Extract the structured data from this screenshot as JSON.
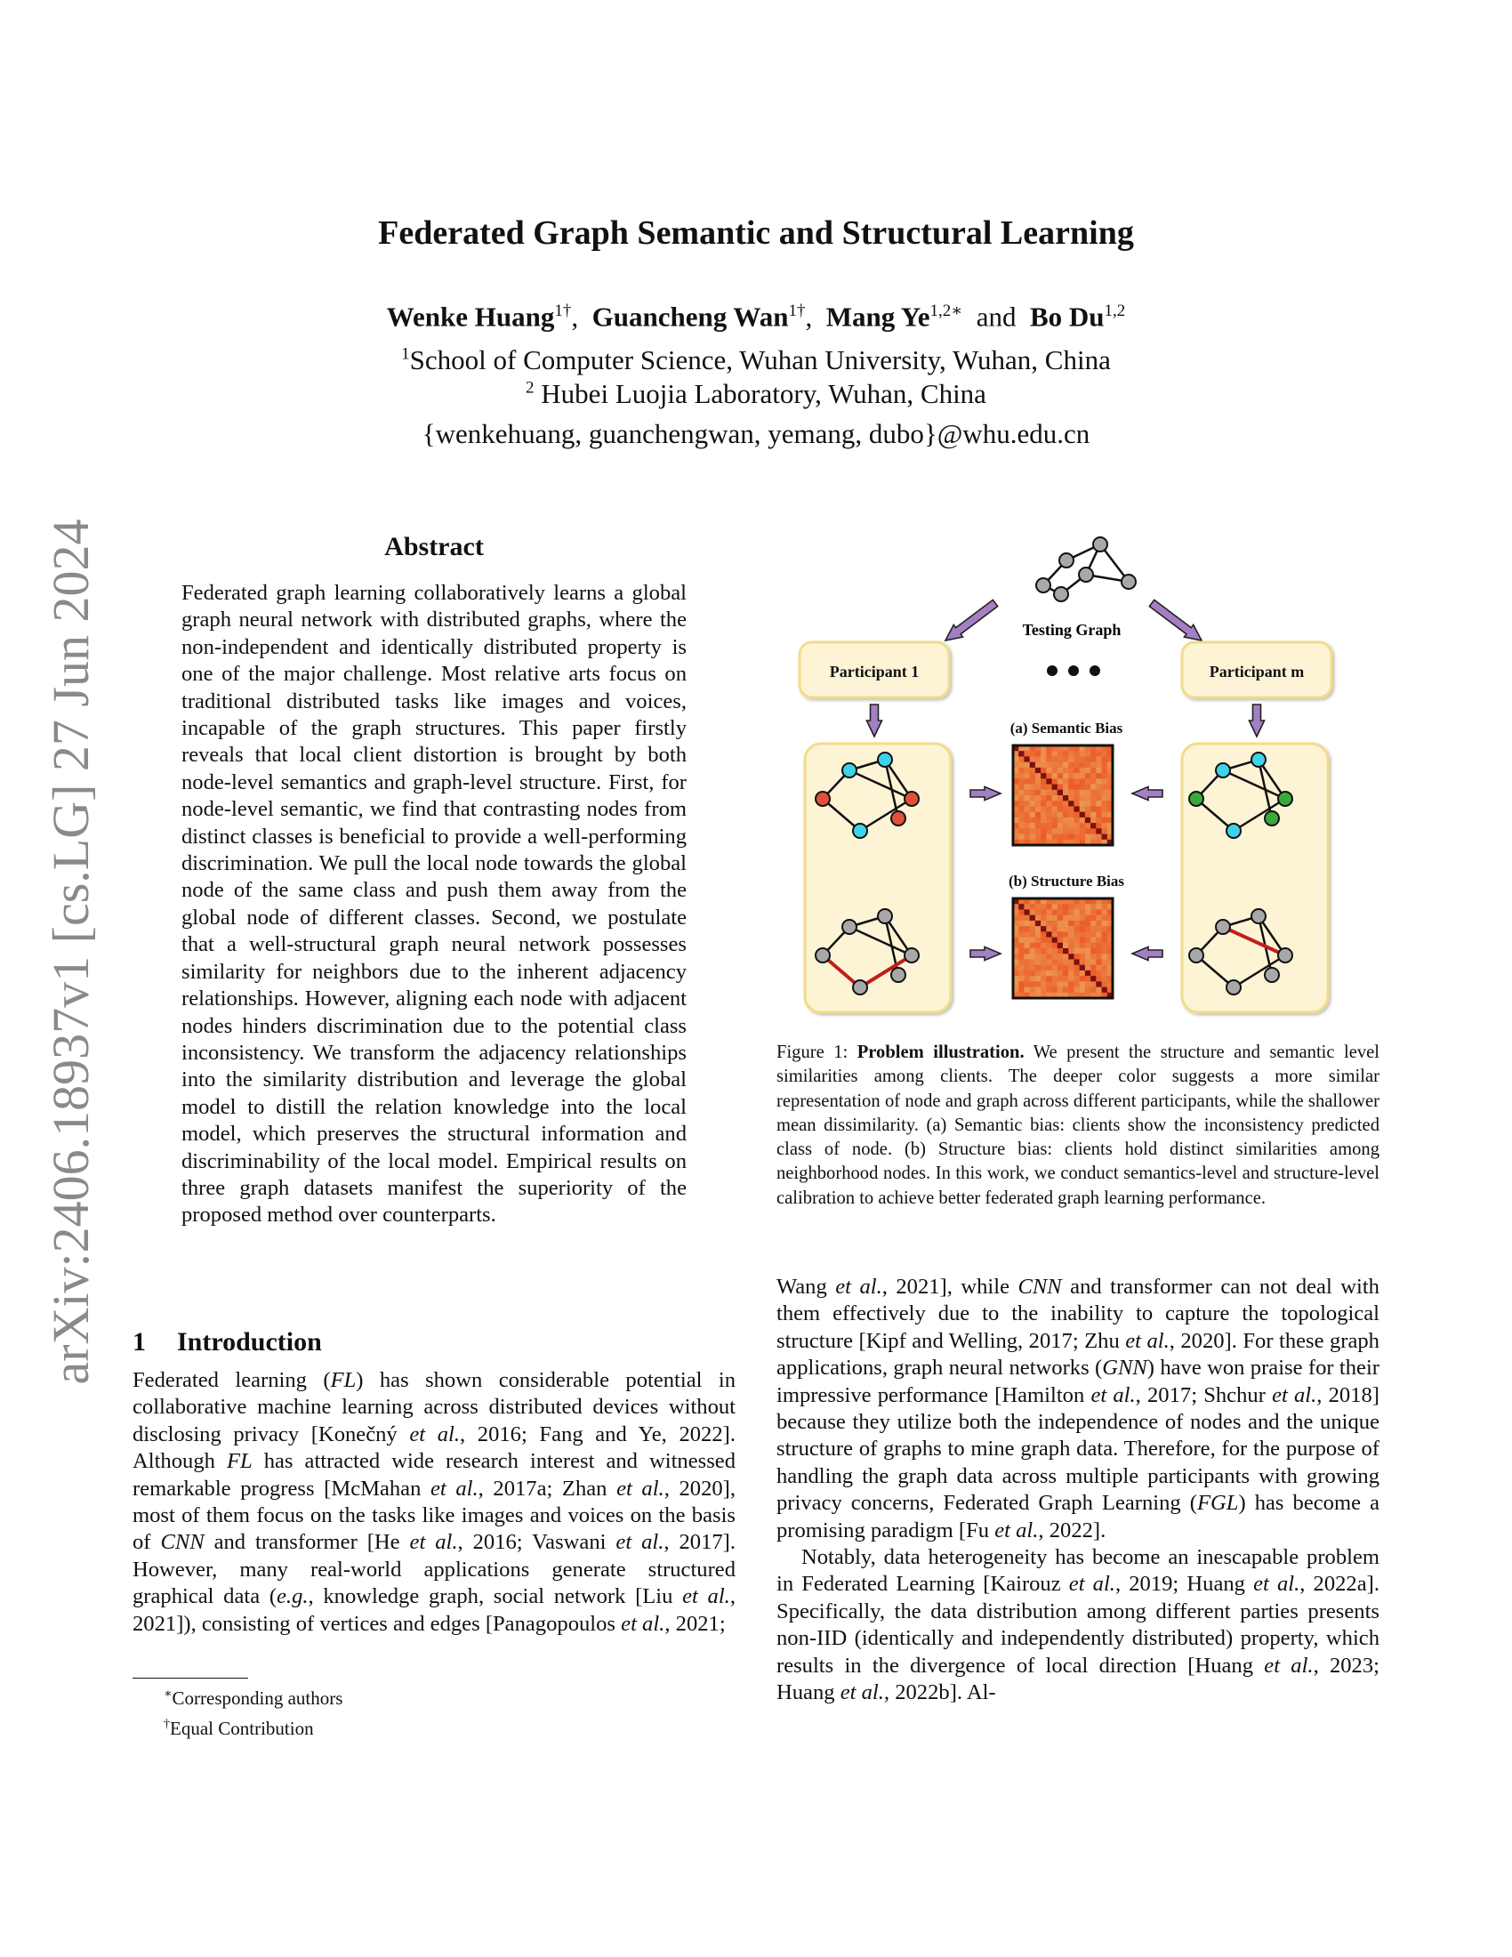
{
  "arxiv_id": "arXiv:2406.18937v1  [cs.LG]  27 Jun 2024",
  "title": "Federated Graph Semantic and Structural Learning",
  "authors": [
    {
      "name": "Wenke Huang",
      "sup": "1†"
    },
    {
      "name": "Guancheng Wan",
      "sup": "1†"
    },
    {
      "name": "Mang Ye",
      "sup": "1,2∗"
    },
    {
      "name": "Bo Du",
      "sup": "1,2"
    }
  ],
  "author_sep": ",",
  "author_and": "and",
  "affiliations": [
    {
      "sup": "1",
      "text": "School of Computer Science, Wuhan University, Wuhan, China"
    },
    {
      "sup": "2",
      "text": " Hubei Luojia Laboratory, Wuhan, China"
    }
  ],
  "email": "{wenkehuang, guanchengwan, yemang, dubo}@whu.edu.cn",
  "abstract_title": "Abstract",
  "abstract": "Federated graph learning collaboratively learns a global graph neural network with distributed graphs, where the non-independent and identically distributed property is one of the major challenge. Most relative arts focus on traditional distributed tasks like images and voices, incapable of the graph structures. This paper firstly reveals that local client distortion is brought by both node-level semantics and graph-level structure. First, for node-level semantic, we find that contrasting nodes from distinct classes is beneficial to provide a well-performing discrimination. We pull the local node towards the global node of the same class and push them away from the global node of different classes. Second, we postulate that a well-structural graph neural network possesses similarity for neighbors due to the inherent adjacency relationships. However, aligning each node with adjacent nodes hinders discrimination due to the potential class inconsistency. We transform the adjacency relationships into the similarity distribution and leverage the global model to distill the relation knowledge into the local model, which preserves the structural information and discriminability of the local model. Empirical results on three graph datasets manifest the superiority of the proposed method over counterparts.",
  "section": {
    "number": "1",
    "title": "Introduction"
  },
  "intro_segments": [
    {
      "t": "Federated learning ("
    },
    {
      "t": "FL",
      "i": true
    },
    {
      "t": ") has shown considerable potential in collaborative machine learning across distributed devices without disclosing privacy [Konečný "
    },
    {
      "t": "et al.",
      "i": true
    },
    {
      "t": ", 2016; Fang and Ye, 2022]. Although "
    },
    {
      "t": "FL",
      "i": true
    },
    {
      "t": " has attracted wide research interest and witnessed remarkable progress [McMahan "
    },
    {
      "t": "et al.",
      "i": true
    },
    {
      "t": ", 2017a; Zhan "
    },
    {
      "t": "et al.",
      "i": true
    },
    {
      "t": ", 2020], most of them focus on the tasks like images and voices on the basis of "
    },
    {
      "t": "CNN",
      "i": true
    },
    {
      "t": " and transformer [He "
    },
    {
      "t": "et al.",
      "i": true
    },
    {
      "t": ", 2016; Vaswani "
    },
    {
      "t": "et al.",
      "i": true
    },
    {
      "t": ", 2017]. However, many real-world applications generate structured graphical data ("
    },
    {
      "t": "e.g.",
      "i": true
    },
    {
      "t": ", knowledge graph, social network [Liu "
    },
    {
      "t": "et al.",
      "i": true
    },
    {
      "t": ", 2021]), consisting of vertices and edges [Panagopoulos "
    },
    {
      "t": "et al.",
      "i": true
    },
    {
      "t": ", 2021;"
    }
  ],
  "right_p1_segments": [
    {
      "t": "Wang "
    },
    {
      "t": "et al.",
      "i": true
    },
    {
      "t": ", 2021], while "
    },
    {
      "t": "CNN",
      "i": true
    },
    {
      "t": " and transformer can not deal with them effectively due to the inability to capture the topological structure [Kipf and Welling, 2017; Zhu "
    },
    {
      "t": "et al.",
      "i": true
    },
    {
      "t": ", 2020]. For these graph applications, graph neural networks ("
    },
    {
      "t": "GNN",
      "i": true
    },
    {
      "t": ") have won praise for their impressive performance [Hamilton "
    },
    {
      "t": "et al.",
      "i": true
    },
    {
      "t": ", 2017; Shchur "
    },
    {
      "t": "et al.",
      "i": true
    },
    {
      "t": ", 2018] because they utilize both the independence of nodes and the unique structure of graphs to mine graph data. Therefore, for the purpose of handling the graph data across multiple participants with growing privacy concerns, Federated Graph Learning ("
    },
    {
      "t": "FGL",
      "i": true
    },
    {
      "t": ") has become a promising paradigm [Fu "
    },
    {
      "t": "et al.",
      "i": true
    },
    {
      "t": ", 2022]."
    }
  ],
  "right_p2_segments": [
    {
      "t": "Notably, data heterogeneity has become an inescapable problem in Federated Learning [Kairouz "
    },
    {
      "t": "et al.",
      "i": true
    },
    {
      "t": ", 2019; Huang "
    },
    {
      "t": "et al.",
      "i": true
    },
    {
      "t": ", 2022a]. Specifically, the data distribution among different parties presents non-IID (identically and independently distributed) property, which results in the divergence of local direction [Huang "
    },
    {
      "t": "et al.",
      "i": true
    },
    {
      "t": ", 2023; Huang "
    },
    {
      "t": "et al.",
      "i": true
    },
    {
      "t": ", 2022b]. Al-"
    }
  ],
  "figure": {
    "testing_graph": "Testing Graph",
    "participant_1": "Participant 1",
    "participant_m": "Participant m",
    "semantic_bias": "(a) Semantic Bias",
    "structure_bias": "(b) Structure Bias",
    "colors": {
      "panel": "#fdf4d6",
      "panel_border": "#f2dc8a",
      "arrow": "#a57fc4",
      "node_gray": "#a8a8a8",
      "node_cyan": "#3fd2ea",
      "node_red": "#e0503a",
      "node_green": "#3aa83a",
      "edge_red": "#c0201a",
      "heat_base": "#f08050",
      "heat_diag": "#7a1010"
    }
  },
  "caption": {
    "label": "Figure 1: ",
    "bold": "Problem illustration.",
    "text": " We present the structure and semantic level similarities among clients. The deeper color suggests a more similar representation of node and graph across different participants, while the shallower mean dissimilarity. (a) Semantic bias: clients show the inconsistency predicted class of node. (b) Structure bias: clients hold distinct similarities among neighborhood nodes. In this work, we conduct semantics-level and structure-level calibration to achieve better federated graph learning performance."
  },
  "footnotes": [
    {
      "sup": "∗",
      "text": "Corresponding authors"
    },
    {
      "sup": "†",
      "text": "Equal Contribution"
    }
  ]
}
